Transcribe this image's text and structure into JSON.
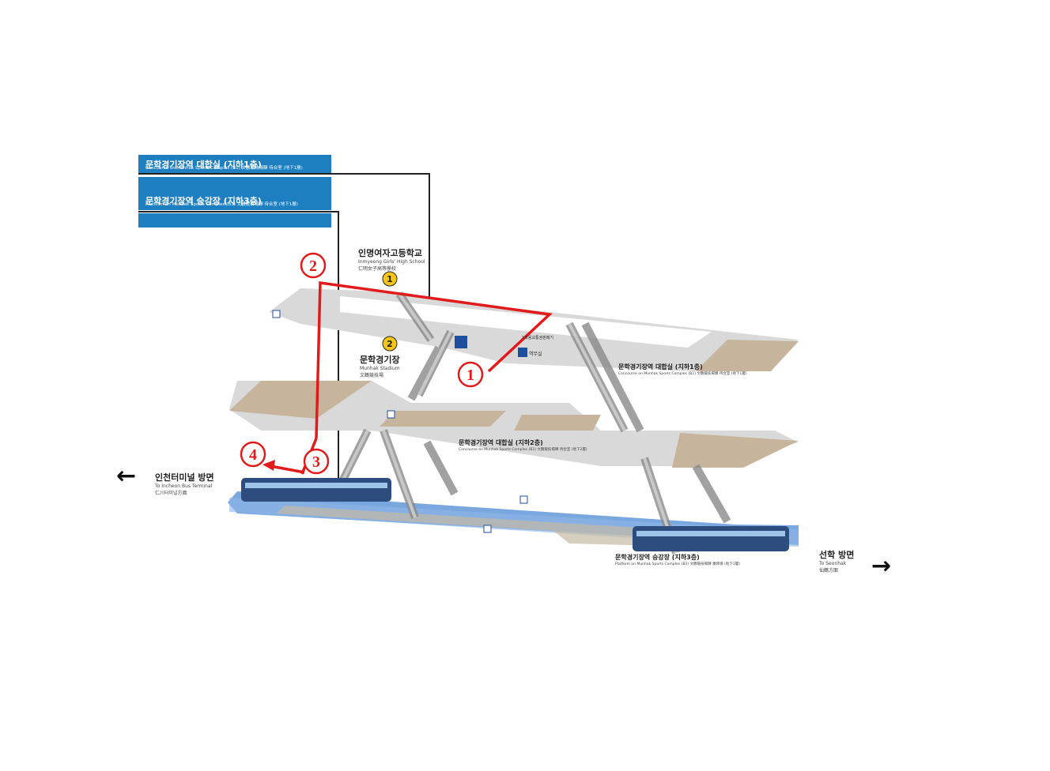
{
  "banners": {
    "concourse_b1": {
      "korean": "문학경기장역 대합실 (지하1층)",
      "sub": "Concourse on Munhak Sports Complex (B1)  文鶴競技場驛 待合室 (地下1層)"
    },
    "platform_b3": {
      "korean": "문학경기장역 승강장 (지하3층)",
      "sub": "Platform on Munhak Sports Complex (B3)  文鶴競技場驛 待合室 (地下1層)"
    }
  },
  "exits": [
    {
      "number": "1",
      "korean": "인명여자고등학교",
      "english": "Inmyeong Girls' High School",
      "hanja": "仁明女子高等學校"
    },
    {
      "number": "2",
      "korean": "문학경기장",
      "english": "Munhak Stadium",
      "hanja": "文鶴競技場"
    }
  ],
  "level_labels": {
    "b1": {
      "korean": "문학경기장역 대합실 (지하1층)",
      "sub": "Concourse on Munhak Sports Complex (B1)  文鶴競技場驛 待合室 (地下1層)"
    },
    "b2": {
      "korean": "문학경기장역 대합실 (지하2층)",
      "sub": "Concourse on Munhak Sports Complex (B2)  文鶴競技場驛 待合室 (地下2層)"
    },
    "b3": {
      "korean": "문학경기장역 승강장 (지하3층)",
      "sub": "Platform on Munhak Sports Complex (B3)  文鶴競技場驛 乘降場 (地下3層)"
    }
  },
  "facilities": {
    "office": "역무실",
    "tiny_label": "1회용교통권판매기"
  },
  "directions": {
    "left": {
      "korean": "인천터미널 방면",
      "english": "To Incheon Bus Terminal",
      "hanja": "仁川터미널方面"
    },
    "right": {
      "korean": "선학 방면",
      "english": "To Seonhak",
      "hanja": "仙鶴方面"
    }
  },
  "route_markers": [
    "1",
    "2",
    "3",
    "4"
  ],
  "colors": {
    "banner_blue": "#1d7ec0",
    "floor_gray": "#d9d9d9",
    "platform_blue": "#7aa8de",
    "track_brown": "#b3a58c",
    "route_red": "#e11b1b",
    "exit_yellow": "#f5c518"
  }
}
